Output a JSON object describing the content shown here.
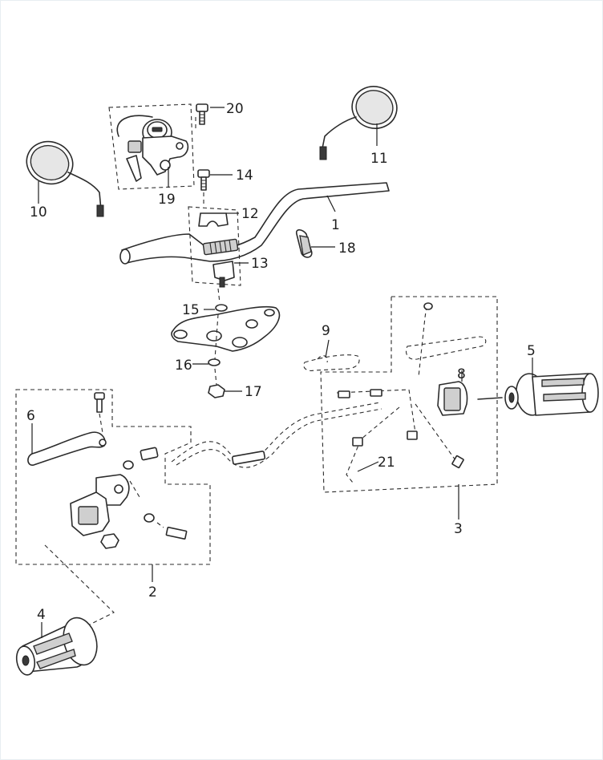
{
  "diagram": {
    "callouts": [
      {
        "id": "c1",
        "label": "1"
      },
      {
        "id": "c2",
        "label": "2"
      },
      {
        "id": "c3",
        "label": "3"
      },
      {
        "id": "c4",
        "label": "4"
      },
      {
        "id": "c5",
        "label": "5"
      },
      {
        "id": "c6",
        "label": "6"
      },
      {
        "id": "c8",
        "label": "8"
      },
      {
        "id": "c9",
        "label": "9"
      },
      {
        "id": "c10",
        "label": "10"
      },
      {
        "id": "c11",
        "label": "11"
      },
      {
        "id": "c12",
        "label": "12"
      },
      {
        "id": "c13",
        "label": "13"
      },
      {
        "id": "c14",
        "label": "14"
      },
      {
        "id": "c15",
        "label": "15"
      },
      {
        "id": "c16",
        "label": "16"
      },
      {
        "id": "c17",
        "label": "17"
      },
      {
        "id": "c18",
        "label": "18"
      },
      {
        "id": "c19",
        "label": "19"
      },
      {
        "id": "c20",
        "label": "20"
      },
      {
        "id": "c21",
        "label": "21"
      }
    ]
  }
}
